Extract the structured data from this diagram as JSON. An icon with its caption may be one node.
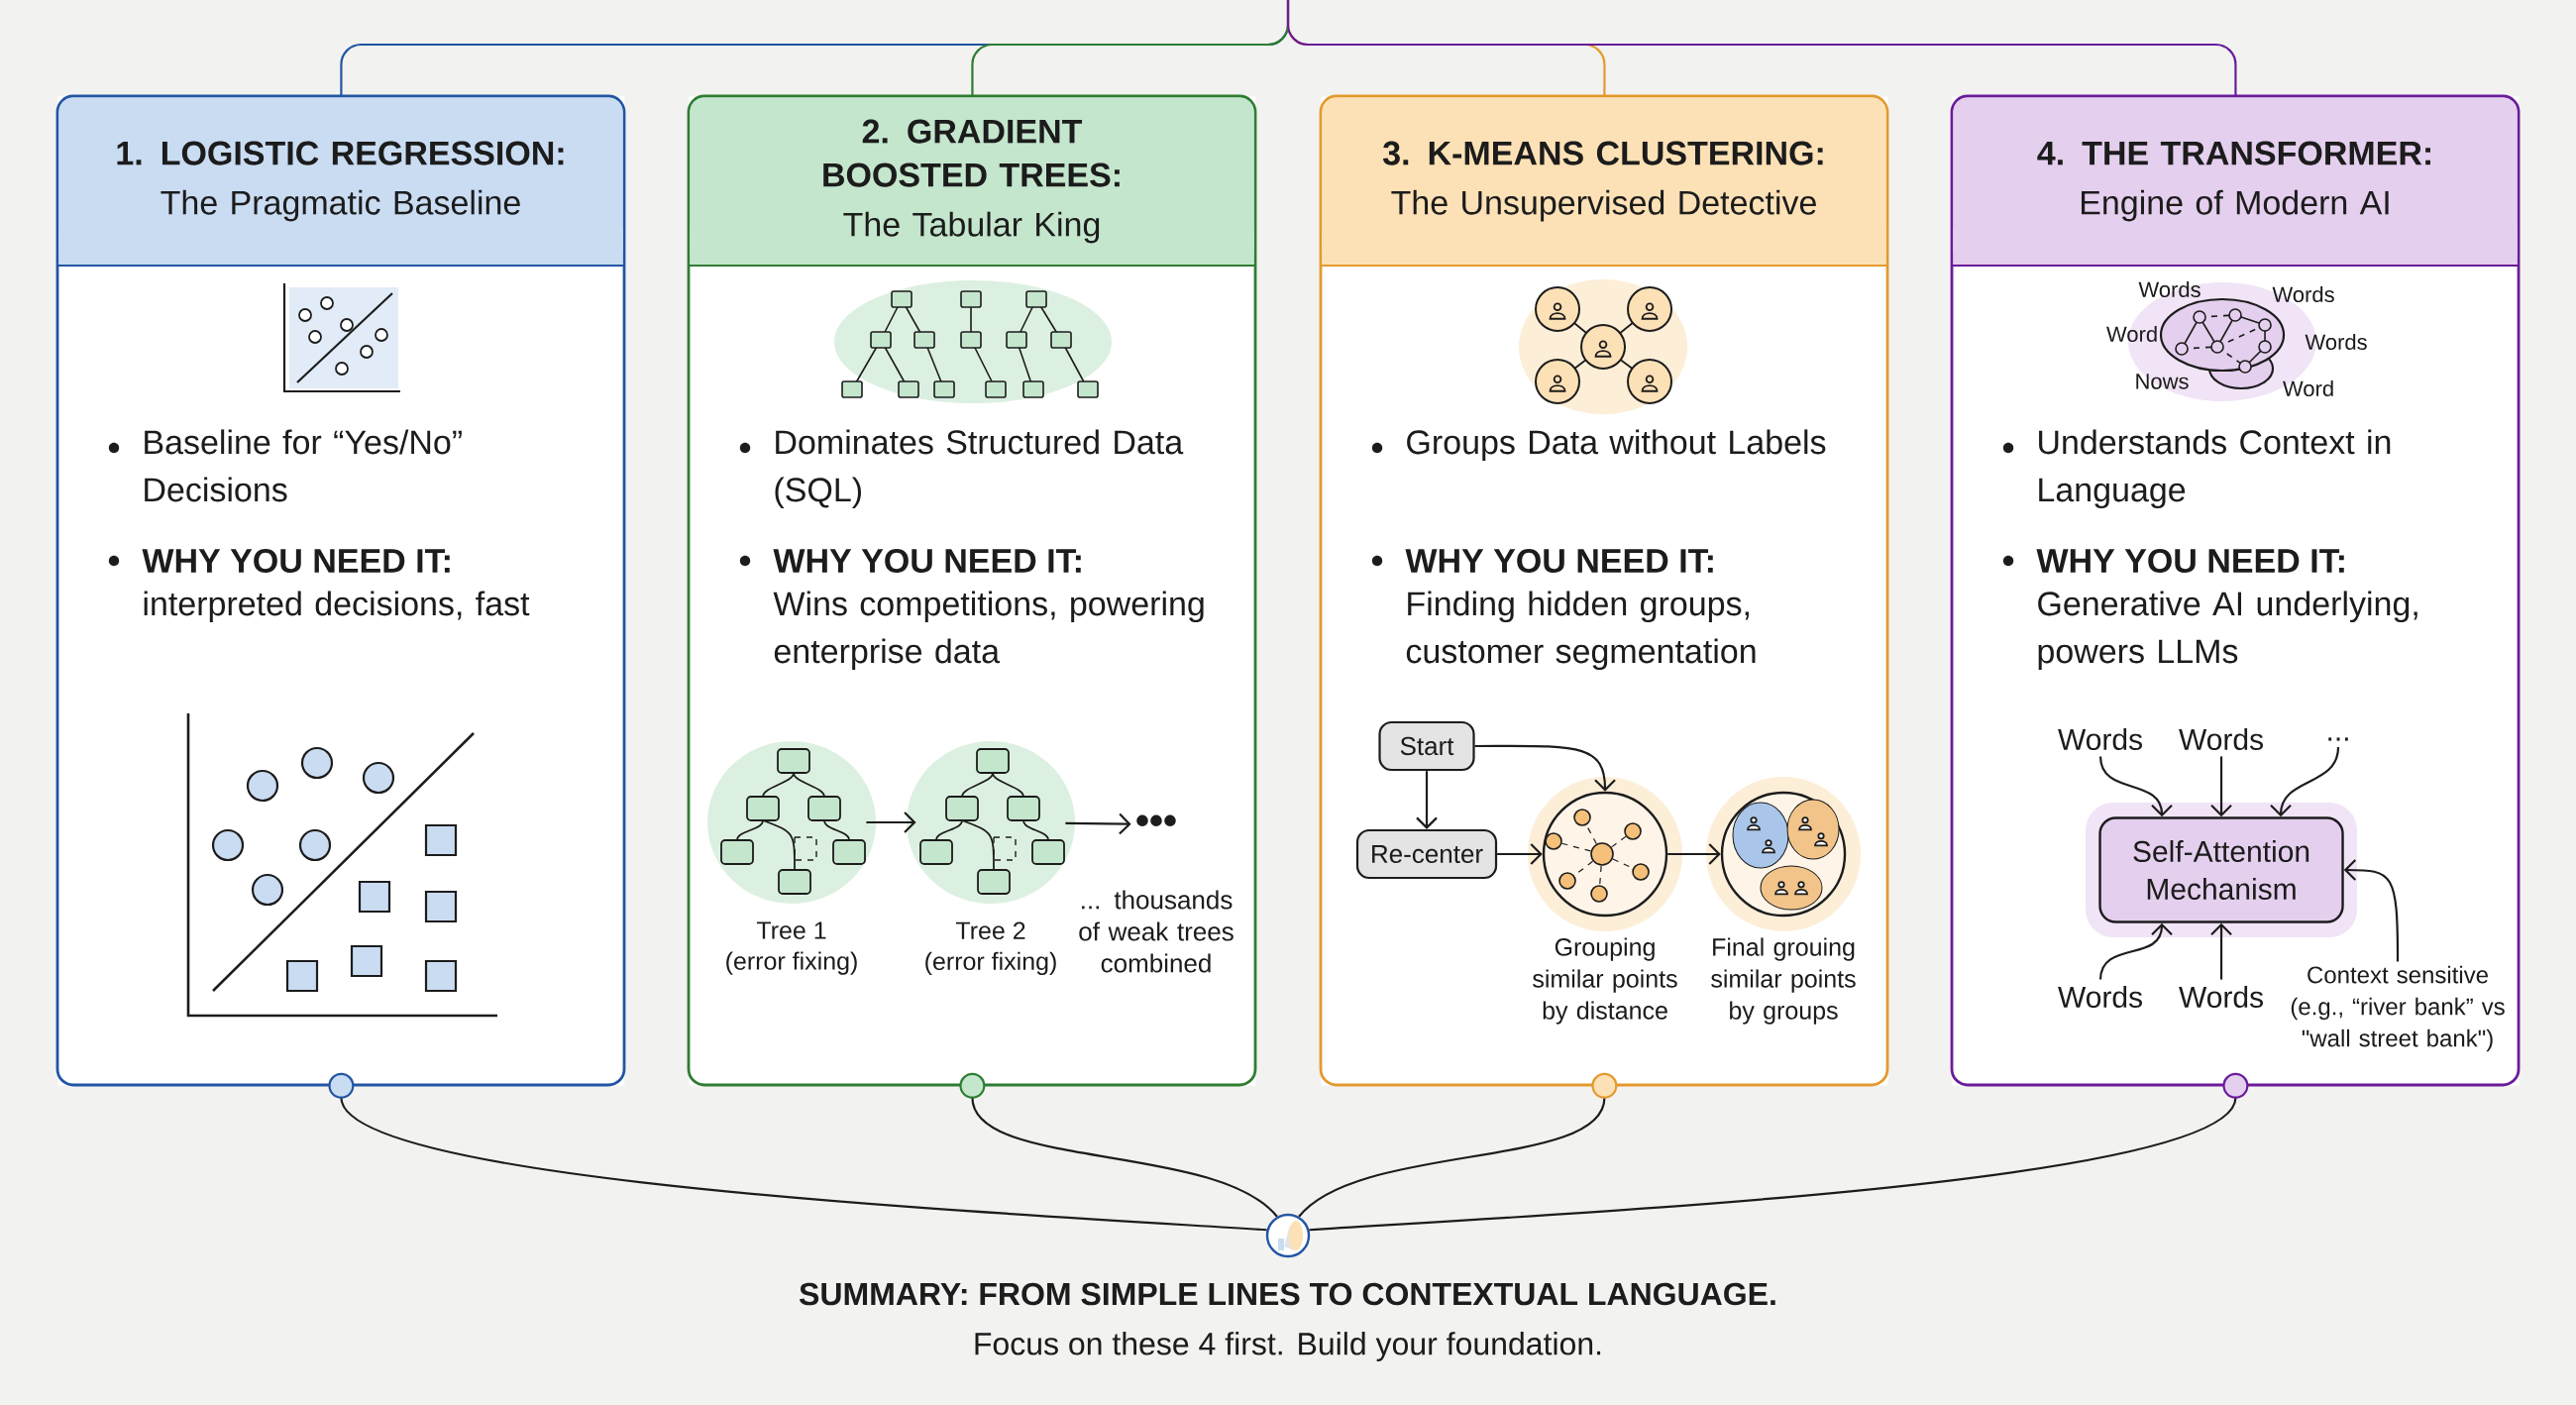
{
  "diagram": {
    "nodes": [
      {
        "text": [
          "1. LOGISTIC REGRESSION:",
          "The Pragmatic Baseline",
          "Baseline for “Yes/No” Decisions",
          "WHY YOU NEED IT:",
          "interpreted decisions, fast"
        ]
      },
      {
        "text": [
          "2. GRADIENT BOOSTED TREES:",
          "The Tabular King",
          "Dominates Structured Data (SQL)",
          "WHY YOU NEED IT:",
          "Wins competitions, powering enterprise data"
        ]
      },
      {
        "text": [
          "Tree 1",
          "(error fixing)"
        ],
        "in": 1
      },
      {
        "text": [
          "Tree 2",
          "(error fixing)"
        ],
        "in": 1
      },
      {
        "text": [
          "•••",
          "... thousands of weak trees combined"
        ],
        "in": 1
      },
      {
        "text": [
          "3. K-MEANS CLUSTERING:",
          "The Unsupervised Detective",
          "Groups Data without Labels",
          "WHY YOU NEED IT:",
          "Finding hidden groups, customer segmentation"
        ]
      },
      {
        "text": [
          "Start"
        ],
        "in": 5
      },
      {
        "text": [
          "Re-center"
        ],
        "in": 5
      },
      {
        "text": [
          "Grouping similar points by distance"
        ],
        "in": 5
      },
      {
        "text": [
          "Final grouing similar points by groups"
        ],
        "in": 5
      },
      {
        "text": [
          "4. THE TRANSFORMER:",
          "Engine of Modern AI",
          "Understands Context in Language",
          "WHY YOU NEED IT:",
          "Generative AI underlying, powers LLMs"
        ]
      },
      {
        "text": [
          "Words"
        ],
        "in": 10
      },
      {
        "text": [
          "Words"
        ],
        "in": 10
      },
      {
        "text": [
          "..."
        ],
        "in": 10
      },
      {
        "text": [
          "Self-Attention Mechanism"
        ],
        "in": 10
      },
      {
        "text": [
          "Words"
        ],
        "in": 10
      },
      {
        "text": [
          "Words"
        ],
        "in": 10
      },
      {
        "text": [
          "Context sensitive (e.g., “river bank” vs \"wall street bank\")"
        ],
        "in": 10
      },
      {
        "text": [],
        "shape": "circle"
      }
    ],
    "edges": [
      {
        "from": null,
        "to": 0,
        "arrow": "none",
        "color": "#2255a4"
      },
      {
        "from": null,
        "to": 1,
        "arrow": "none",
        "color": "#2e7d32"
      },
      {
        "from": null,
        "to": 5,
        "arrow": "none",
        "color": "#e39a2d"
      },
      {
        "from": null,
        "to": 10,
        "arrow": "none",
        "color": "#6a1b9a"
      },
      {
        "from": 0,
        "to": 18,
        "arrow": "other"
      },
      {
        "from": 1,
        "to": 18,
        "arrow": "other"
      },
      {
        "from": 5,
        "to": 18,
        "arrow": "other"
      },
      {
        "from": 10,
        "to": 18,
        "arrow": "other"
      },
      {
        "from": 2,
        "to": 3,
        "arrow": "to"
      },
      {
        "from": 3,
        "to": 4,
        "arrow": "to"
      },
      {
        "from": 6,
        "to": 7,
        "arrow": "to"
      },
      {
        "from": 6,
        "to": 8,
        "arrow": "to"
      },
      {
        "from": 7,
        "to": 8,
        "arrow": "to"
      },
      {
        "from": 8,
        "to": 9,
        "arrow": "to"
      },
      {
        "from": 11,
        "to": 14,
        "arrow": "to"
      },
      {
        "from": 12,
        "to": 14,
        "arrow": "to"
      },
      {
        "from": 13,
        "to": 14,
        "arrow": "to"
      },
      {
        "from": 15,
        "to": 14,
        "arrow": "to"
      },
      {
        "from": 16,
        "to": 14,
        "arrow": "to"
      },
      {
        "from": 17,
        "to": 14,
        "arrow": "to"
      }
    ],
    "labels": [
      "Words",
      "Words",
      "Word",
      "Words",
      "Nows",
      "Word",
      "SUMMARY: FROM SIMPLE LINES TO CONTEXTUAL LANGUAGE.",
      "Focus on these 4 first. Build your foundation."
    ]
  }
}
